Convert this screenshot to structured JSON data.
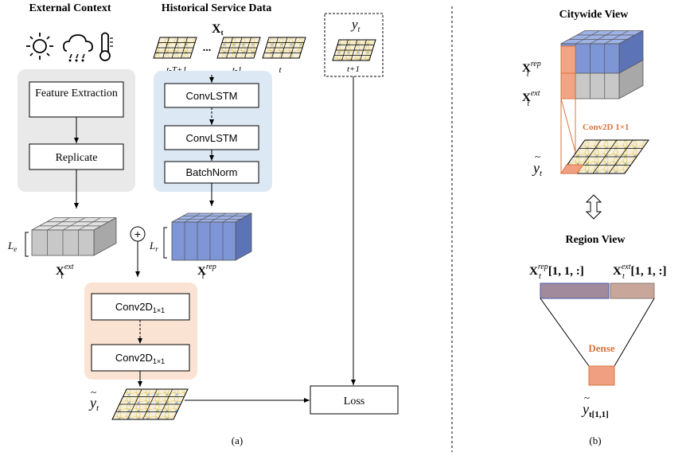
{
  "colors": {
    "gray_panel": "#e9e9e9",
    "blue_panel": "#dce8f4",
    "peach_panel": "#fbe3d3",
    "cube_blue": "#7e95d6",
    "cube_gray": "#c8c8c8",
    "cube_orange": "#f1a585",
    "dense_orange": "#f0a080",
    "conv_label": "#d9733e"
  },
  "left_diagram": {
    "heading_external": "External Context",
    "heading_historical": "Historical Service Data",
    "weather_icons": [
      "sun-icon",
      "rain-cloud-icon",
      "thermometer-icon"
    ],
    "x_t_label": "X",
    "x_t_sub": "t",
    "frame_labels": [
      "t-T+1",
      "t-1",
      "t"
    ],
    "frame_ellipsis": "...",
    "target_label": "y",
    "target_sub": "t",
    "target_time": "t+1",
    "feature_extraction": "Feature Extraction",
    "replicate": "Replicate",
    "convlstm_1": "ConvLSTM",
    "convlstm_2": "ConvLSTM",
    "batchnorm": "BatchNorm",
    "conv2d_1": "Conv2D",
    "conv2d_2": "Conv2D",
    "conv2d_sub": "1×1",
    "le_label": "L",
    "le_sub": "e",
    "lr_label": "L",
    "lr_sub": "r",
    "x_ext": "X",
    "x_ext_sub": "t",
    "x_ext_sup": "ext",
    "x_rep": "X",
    "x_rep_sub": "t",
    "x_rep_sup": "rep",
    "plus": "+",
    "y_hat": "y",
    "y_hat_sub": "t",
    "loss": "Loss",
    "caption": "(a)"
  },
  "right_diagram": {
    "citywide_title": "Citywide View",
    "x_rep": "X",
    "x_rep_sub": "t",
    "x_rep_sup": "rep",
    "x_ext": "X",
    "x_ext_sub": "t",
    "x_ext_sup": "ext",
    "conv_label": "Conv2D 1×1",
    "y_hat": "y",
    "y_hat_sub": "t",
    "region_title": "Region View",
    "region_rep": "X",
    "region_rep_sub": "t",
    "region_rep_sup": "rep",
    "region_rep_idx": "[1, 1, :]",
    "region_ext": "X",
    "region_ext_sub": "t",
    "region_ext_sup": "ext",
    "region_ext_idx": "[1, 1, :]",
    "dense_label": "Dense",
    "y_region": "y",
    "y_region_sub": "t[1,1]",
    "caption": "(b)"
  }
}
